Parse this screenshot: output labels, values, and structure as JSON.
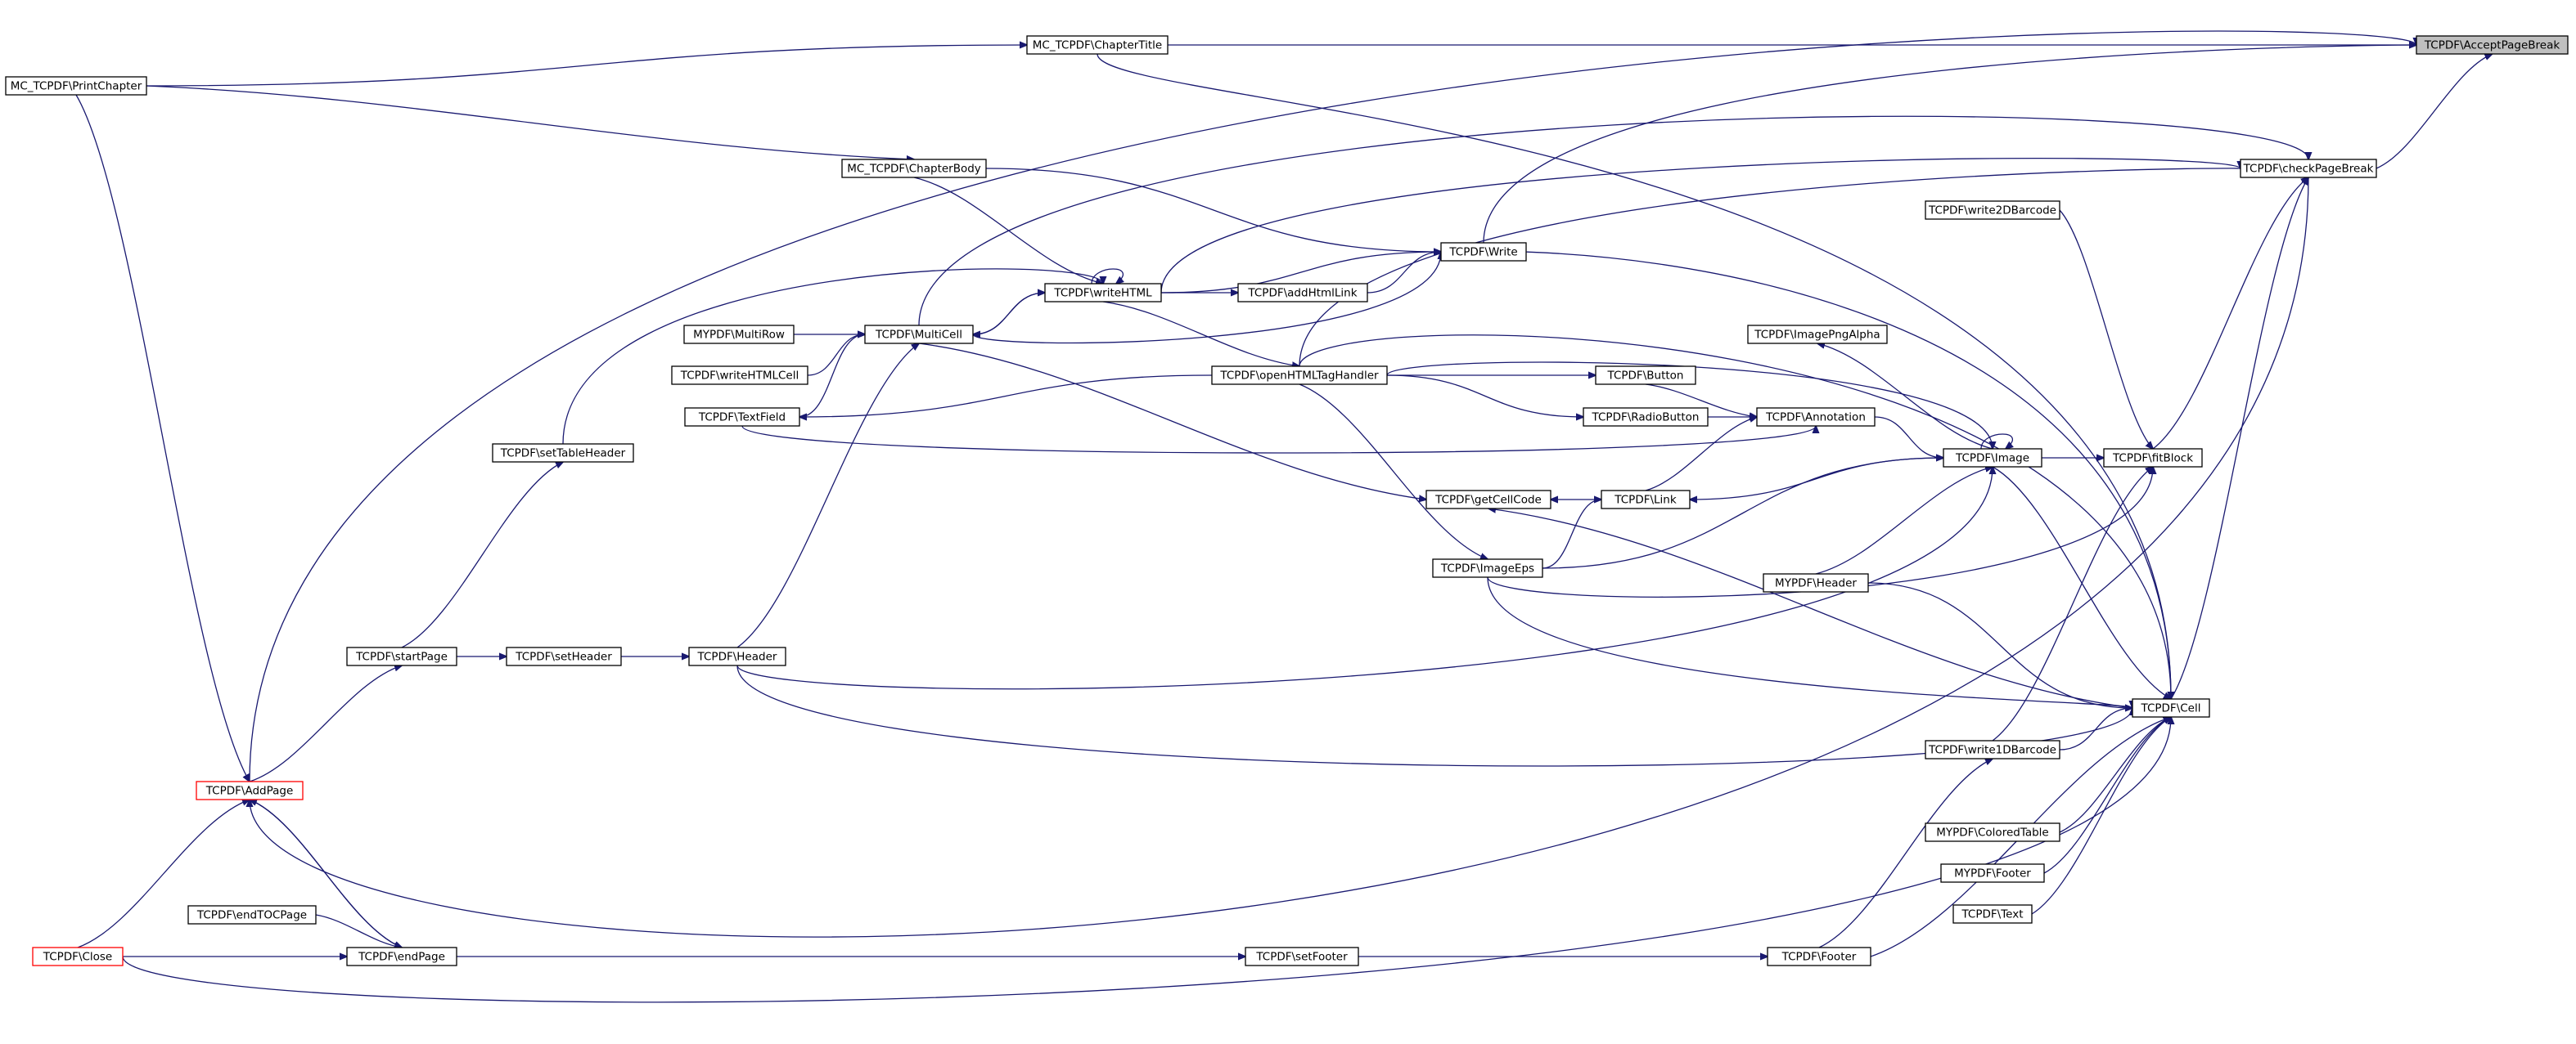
{
  "colors": {
    "edge": "#191970",
    "root_fill": "#bfbfbf",
    "highlight_border": "#ff0000"
  },
  "nodes": {
    "accept_page_break": "TCPDF\\AcceptPageBreak",
    "print_chapter": "MC_TCPDF\\PrintChapter",
    "chapter_title": "MC_TCPDF\\ChapterTitle",
    "chapter_body": "MC_TCPDF\\ChapterBody",
    "check_page_break": "TCPDF\\checkPageBreak",
    "write_2d_barcode": "TCPDF\\write2DBarcode",
    "write": "TCPDF\\Write",
    "write_html": "TCPDF\\writeHTML",
    "add_html_link": "TCPDF\\addHtmlLink",
    "mypdf_multirow": "MYPDF\\MultiRow",
    "multicell": "TCPDF\\MultiCell",
    "image_png_alpha": "TCPDF\\ImagePngAlpha",
    "write_html_cell": "TCPDF\\writeHTMLCell",
    "open_html_tag_handler": "TCPDF\\openHTMLTagHandler",
    "button": "TCPDF\\Button",
    "textfield": "TCPDF\\TextField",
    "radio_button": "TCPDF\\RadioButton",
    "annotation": "TCPDF\\Annotation",
    "set_table_header": "TCPDF\\setTableHeader",
    "image": "TCPDF\\Image",
    "fit_block": "TCPDF\\fitBlock",
    "get_cell_code": "TCPDF\\getCellCode",
    "link": "TCPDF\\Link",
    "image_eps": "TCPDF\\ImageEps",
    "mypdf_header": "MYPDF\\Header",
    "start_page": "TCPDF\\startPage",
    "set_header": "TCPDF\\setHeader",
    "header": "TCPDF\\Header",
    "cell": "TCPDF\\Cell",
    "write_1d_barcode": "TCPDF\\write1DBarcode",
    "add_page": "TCPDF\\AddPage",
    "mypdf_colored_table": "MYPDF\\ColoredTable",
    "mypdf_footer": "MYPDF\\Footer",
    "text": "TCPDF\\Text",
    "end_toc_page": "TCPDF\\endTOCPage",
    "close": "TCPDF\\Close",
    "end_page": "TCPDF\\endPage",
    "set_footer": "TCPDF\\setFooter",
    "footer": "TCPDF\\Footer"
  }
}
